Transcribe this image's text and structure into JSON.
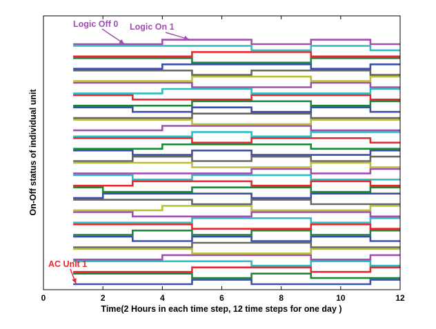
{
  "chart_data": {
    "type": "line",
    "title": "",
    "xlabel": "Time(2 Hours in each time step, 12 time steps for one day )",
    "ylabel": "On-Off status of individual unit",
    "xlim": [
      0,
      12
    ],
    "xticks": [
      "0",
      "2",
      "4",
      "6",
      "8",
      "10",
      "12"
    ],
    "grid": false,
    "step_style": "stairs",
    "x": [
      1,
      2,
      3,
      4,
      5,
      6,
      7,
      8,
      9,
      10,
      11,
      12
    ],
    "series_count": 40,
    "series": [
      {
        "color": "#3b4fa8",
        "values": [
          0,
          0,
          0,
          0,
          1,
          1,
          0,
          0,
          0,
          0,
          1,
          1
        ]
      },
      {
        "color": "#1a8a3a",
        "values": [
          1,
          1,
          1,
          1,
          0,
          0,
          1,
          1,
          0,
          0,
          0,
          0
        ]
      },
      {
        "color": "#e8282e",
        "values": [
          0,
          0,
          0,
          0,
          1,
          1,
          1,
          1,
          0,
          0,
          1,
          1
        ]
      },
      {
        "color": "#2bbcc4",
        "values": [
          1,
          1,
          1,
          1,
          1,
          1,
          0,
          0,
          1,
          1,
          0,
          0
        ]
      },
      {
        "color": "#a04fb0",
        "values": [
          0,
          0,
          0,
          1,
          1,
          1,
          1,
          1,
          0,
          0,
          1,
          1
        ]
      },
      {
        "color": "#b8bf35",
        "values": [
          1,
          1,
          1,
          1,
          0,
          0,
          0,
          0,
          1,
          1,
          1,
          1
        ]
      },
      {
        "color": "#666666",
        "values": [
          0,
          0,
          0,
          0,
          1,
          1,
          1,
          1,
          0,
          0,
          0,
          0
        ]
      },
      {
        "color": "#3b4fa8",
        "values": [
          1,
          1,
          0,
          0,
          1,
          1,
          0,
          0,
          1,
          1,
          0,
          0
        ]
      },
      {
        "color": "#1a8a3a",
        "values": [
          0,
          0,
          1,
          1,
          0,
          0,
          1,
          1,
          0,
          0,
          1,
          1
        ]
      },
      {
        "color": "#e8282e",
        "values": [
          1,
          1,
          1,
          1,
          0,
          0,
          0,
          0,
          1,
          1,
          0,
          0
        ]
      },
      {
        "color": "#2bbcc4",
        "values": [
          0,
          0,
          0,
          0,
          1,
          1,
          1,
          1,
          0,
          0,
          1,
          1
        ]
      },
      {
        "color": "#a04fb0",
        "values": [
          1,
          1,
          0,
          0,
          0,
          0,
          1,
          1,
          1,
          1,
          0,
          0
        ]
      },
      {
        "color": "#b8bf35",
        "values": [
          0,
          0,
          0,
          1,
          1,
          1,
          0,
          0,
          0,
          0,
          1,
          1
        ]
      },
      {
        "color": "#666666",
        "values": [
          1,
          1,
          1,
          1,
          0,
          0,
          1,
          1,
          0,
          0,
          0,
          0
        ]
      },
      {
        "color": "#3b4fa8",
        "values": [
          0,
          1,
          1,
          1,
          1,
          1,
          0,
          0,
          1,
          1,
          1,
          1
        ]
      },
      {
        "color": "#1a8a3a",
        "values": [
          1,
          0,
          0,
          0,
          1,
          1,
          1,
          1,
          0,
          0,
          1,
          1
        ]
      },
      {
        "color": "#e8282e",
        "values": [
          0,
          0,
          1,
          1,
          1,
          1,
          0,
          0,
          1,
          1,
          0,
          0
        ]
      },
      {
        "color": "#2bbcc4",
        "values": [
          1,
          1,
          0,
          0,
          1,
          1,
          1,
          1,
          0,
          0,
          0,
          0
        ]
      },
      {
        "color": "#a04fb0",
        "values": [
          0,
          0,
          0,
          0,
          0,
          0,
          1,
          1,
          0,
          0,
          1,
          1
        ]
      },
      {
        "color": "#b8bf35",
        "values": [
          1,
          1,
          1,
          1,
          0,
          0,
          0,
          0,
          1,
          1,
          0,
          0
        ]
      },
      {
        "color": "#666666",
        "values": [
          0,
          0,
          1,
          1,
          0,
          0,
          1,
          1,
          0,
          0,
          1,
          1
        ]
      },
      {
        "color": "#3b4fa8",
        "values": [
          1,
          1,
          0,
          0,
          1,
          1,
          0,
          0,
          0,
          0,
          1,
          1
        ]
      },
      {
        "color": "#1a8a3a",
        "values": [
          0,
          0,
          0,
          1,
          1,
          1,
          1,
          1,
          0,
          0,
          0,
          0
        ]
      },
      {
        "color": "#e8282e",
        "values": [
          1,
          1,
          1,
          1,
          0,
          0,
          1,
          1,
          1,
          1,
          0,
          0
        ]
      },
      {
        "color": "#2bbcc4",
        "values": [
          0,
          0,
          0,
          0,
          1,
          1,
          0,
          0,
          1,
          1,
          1,
          1
        ]
      },
      {
        "color": "#a04fb0",
        "values": [
          0,
          0,
          0,
          1,
          1,
          1,
          1,
          1,
          0,
          0,
          0,
          0
        ]
      },
      {
        "color": "#b8bf35",
        "values": [
          1,
          1,
          1,
          1,
          0,
          0,
          0,
          0,
          1,
          1,
          1,
          1
        ]
      },
      {
        "color": "#666666",
        "values": [
          0,
          0,
          0,
          0,
          1,
          1,
          1,
          1,
          0,
          0,
          0,
          0
        ]
      },
      {
        "color": "#3b4fa8",
        "values": [
          1,
          1,
          0,
          0,
          1,
          1,
          0,
          0,
          1,
          1,
          0,
          0
        ]
      },
      {
        "color": "#1a8a3a",
        "values": [
          0,
          0,
          0,
          0,
          1,
          1,
          1,
          1,
          0,
          0,
          1,
          1
        ]
      },
      {
        "color": "#e8282e",
        "values": [
          1,
          1,
          0,
          0,
          0,
          0,
          1,
          1,
          1,
          1,
          0,
          0
        ]
      },
      {
        "color": "#2bbcc4",
        "values": [
          0,
          0,
          0,
          1,
          1,
          1,
          0,
          0,
          0,
          0,
          1,
          1
        ]
      },
      {
        "color": "#a04fb0",
        "values": [
          1,
          1,
          1,
          1,
          0,
          0,
          0,
          0,
          1,
          1,
          0,
          0
        ]
      },
      {
        "color": "#b8bf35",
        "values": [
          0,
          0,
          0,
          0,
          1,
          1,
          1,
          1,
          0,
          0,
          1,
          1
        ]
      },
      {
        "color": "#666666",
        "values": [
          1,
          1,
          1,
          1,
          0,
          0,
          1,
          1,
          1,
          1,
          0,
          0
        ]
      },
      {
        "color": "#3b4fa8",
        "values": [
          0,
          0,
          0,
          1,
          1,
          1,
          1,
          1,
          0,
          0,
          1,
          1
        ]
      },
      {
        "color": "#1a8a3a",
        "values": [
          1,
          1,
          1,
          1,
          0,
          0,
          0,
          0,
          1,
          1,
          1,
          1
        ]
      },
      {
        "color": "#e8282e",
        "values": [
          0,
          0,
          0,
          0,
          1,
          1,
          1,
          1,
          0,
          0,
          0,
          0
        ]
      },
      {
        "color": "#2bbcc4",
        "values": [
          1,
          1,
          1,
          1,
          1,
          1,
          0,
          0,
          1,
          1,
          0,
          0
        ]
      },
      {
        "color": "#a04fb0",
        "values": [
          0,
          0,
          0,
          1,
          1,
          1,
          0,
          0,
          1,
          1,
          0,
          0
        ]
      }
    ],
    "annotations": {
      "unit_label": {
        "text": "AC Unit 1",
        "color": "#e8282e"
      },
      "off_label": {
        "text": "Logic Off 0",
        "color": "#a04fb0"
      },
      "on_label": {
        "text": "Logic On 1",
        "color": "#a04fb0"
      }
    }
  }
}
